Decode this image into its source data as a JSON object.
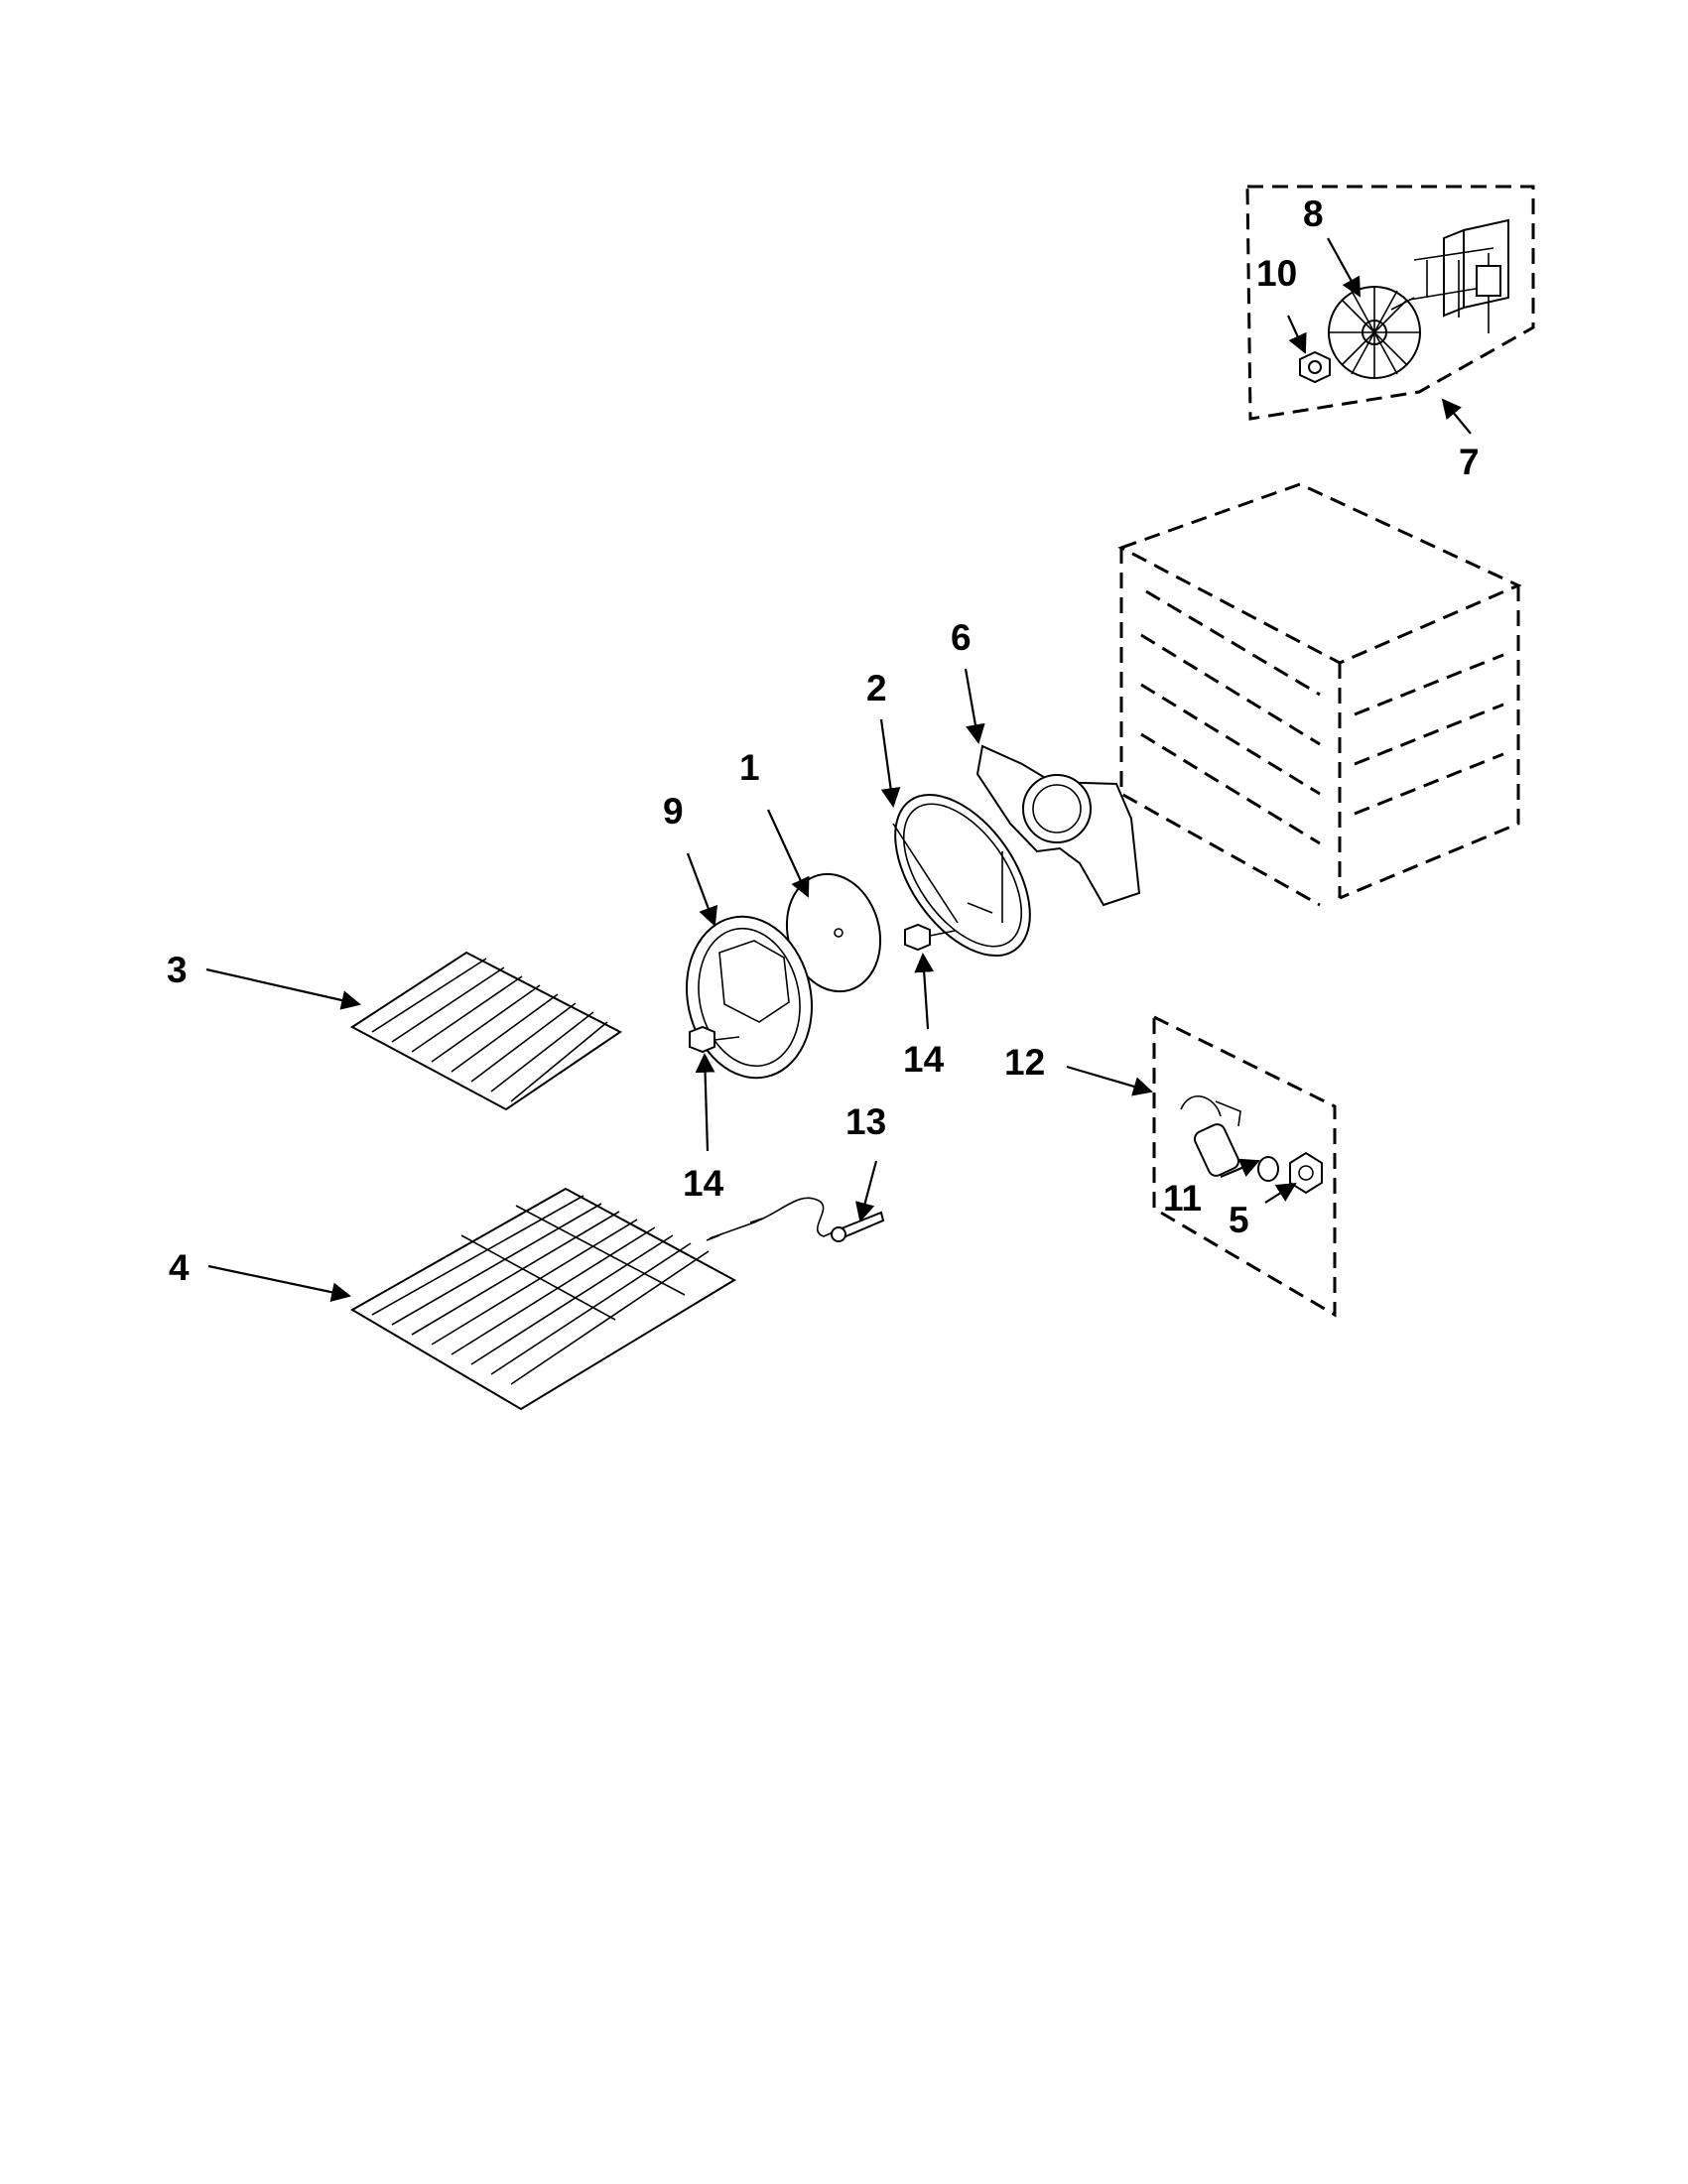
{
  "diagram": {
    "callouts": [
      {
        "id": "c1",
        "label": "1"
      },
      {
        "id": "c2",
        "label": "2"
      },
      {
        "id": "c3",
        "label": "3"
      },
      {
        "id": "c4",
        "label": "4"
      },
      {
        "id": "c5",
        "label": "5"
      },
      {
        "id": "c6",
        "label": "6"
      },
      {
        "id": "c7",
        "label": "7"
      },
      {
        "id": "c8",
        "label": "8"
      },
      {
        "id": "c9",
        "label": "9"
      },
      {
        "id": "c10",
        "label": "10"
      },
      {
        "id": "c11",
        "label": "11"
      },
      {
        "id": "c12",
        "label": "12"
      },
      {
        "id": "c13",
        "label": "13"
      },
      {
        "id": "c14a",
        "label": "14"
      },
      {
        "id": "c14b",
        "label": "14"
      }
    ]
  }
}
